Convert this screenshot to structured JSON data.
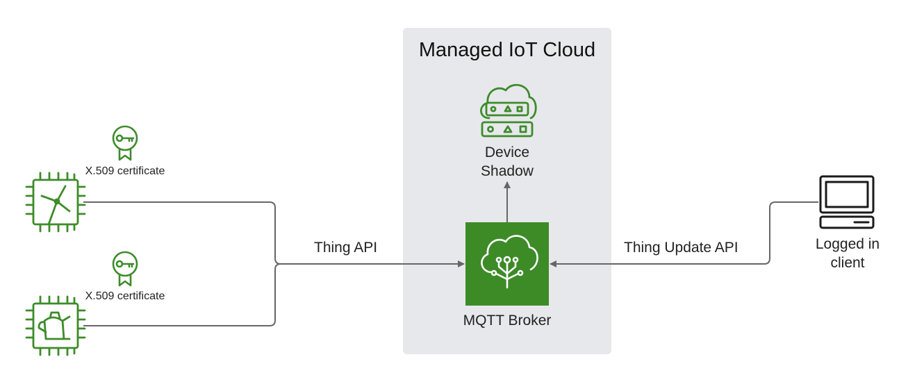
{
  "colors": {
    "device_green": "#3d8b2a",
    "broker_green": "#3d8b27",
    "cloud_bg": "#e7e8ec",
    "arrow_gray": "#666666",
    "client_black": "#1a1a1a"
  },
  "cloud": {
    "title": "Managed IoT Cloud"
  },
  "nodes": {
    "device_shadow": {
      "label": "Device\nShadow",
      "icon": "cloud-server-icon"
    },
    "mqtt_broker": {
      "label": "MQTT Broker",
      "icon": "iot-cloud-circuit-icon"
    },
    "client": {
      "label": "Logged in\nclient",
      "icon": "laptop-icon"
    },
    "device_turbine": {
      "icon": "wind-turbine-chip-icon"
    },
    "device_kettle": {
      "icon": "kettle-chip-icon"
    },
    "cert_top": {
      "label": "X.509\ncertificate",
      "icon": "certificate-key-icon"
    },
    "cert_bottom": {
      "label": "X.509\ncertificate",
      "icon": "certificate-key-icon"
    }
  },
  "edges": {
    "thing_api": "Thing API",
    "thing_update_api": "Thing Update API"
  }
}
